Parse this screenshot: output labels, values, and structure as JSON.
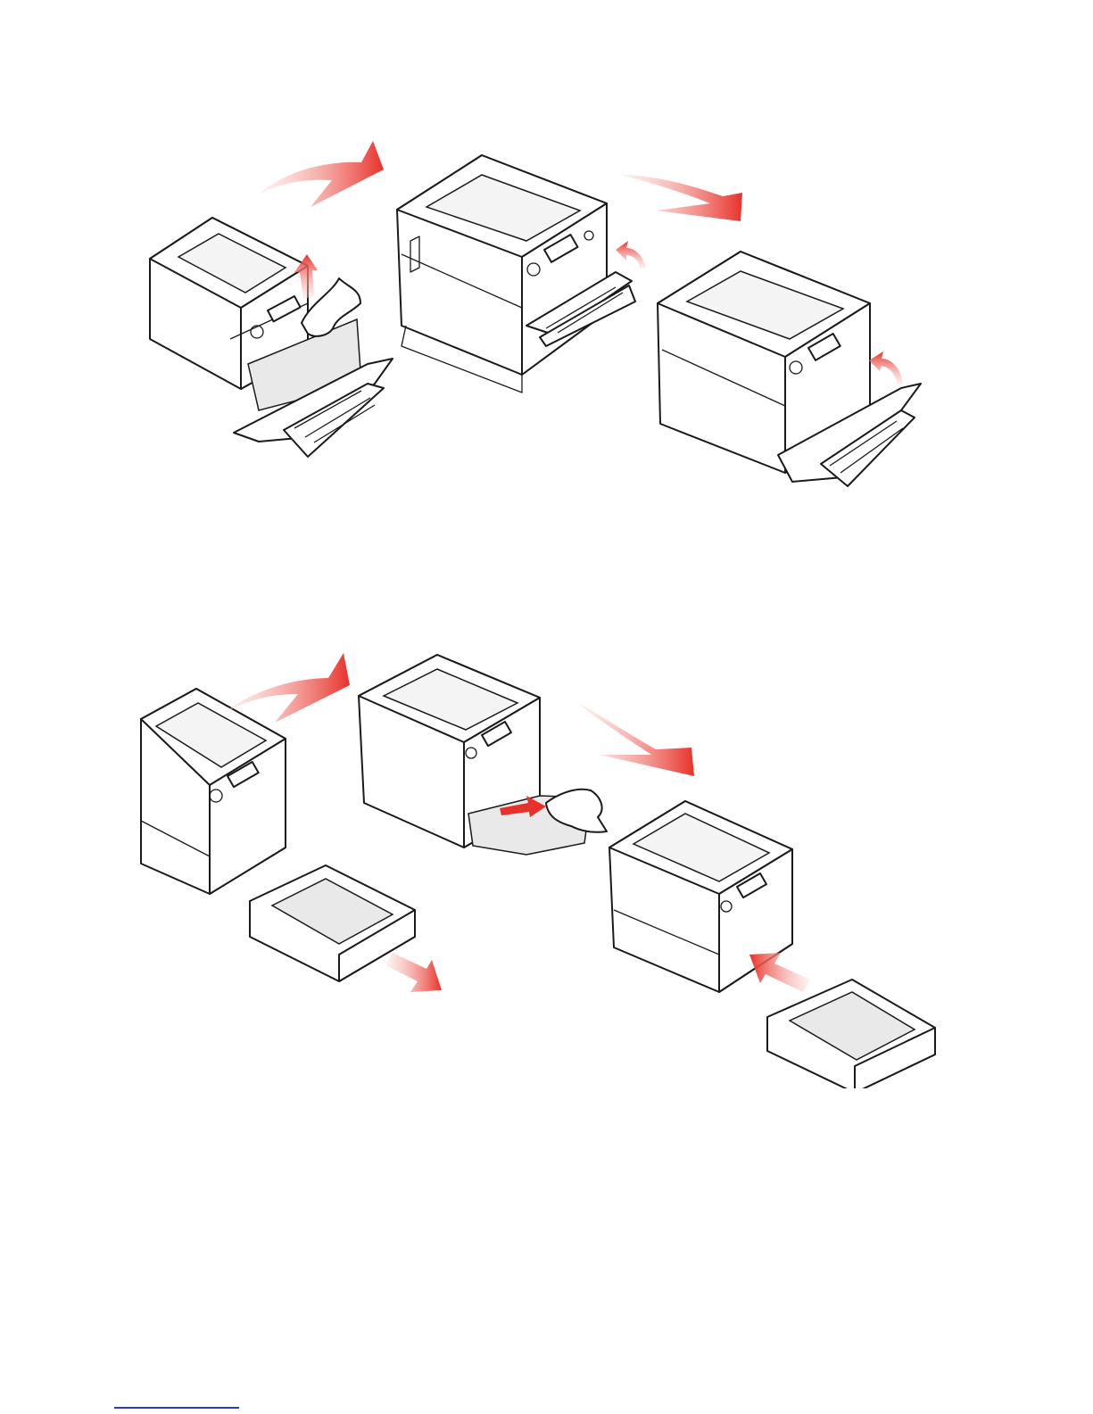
{
  "colors": {
    "arrow_red": "#e8312a",
    "arrow_fade": "#f7d3cf",
    "line_art": "#1a1a1a",
    "paper_gray": "#e9e9e9",
    "footer_link": "#2a3db5"
  },
  "figures": [
    {
      "id": "figure-1",
      "panels": [
        "printer-mp-tray-jam-removal",
        "printer-mp-tray-open",
        "printer-mp-tray-closing"
      ],
      "arrows": [
        "transition-arrow",
        "transition-arrow",
        "lift-arrow",
        "lift-arrow",
        "lift-arrow"
      ]
    },
    {
      "id": "figure-2",
      "panels": [
        "printer-tray-removed",
        "printer-paper-pull",
        "printer-tray-reinsert"
      ],
      "arrows": [
        "transition-arrow",
        "transition-arrow",
        "pull-out-arrow",
        "push-in-arrow",
        "paper-pull-arrow"
      ]
    }
  ],
  "icons": [
    "printer-icon",
    "paper-tray-icon",
    "hand-icon",
    "arrow-icon"
  ]
}
